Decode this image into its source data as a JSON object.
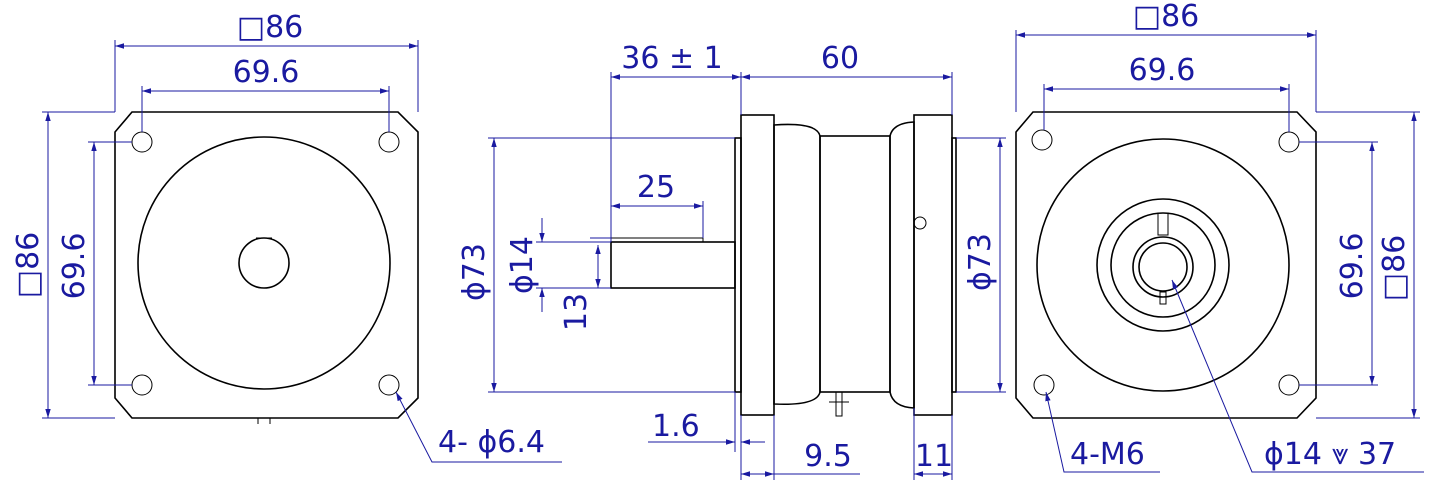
{
  "front_view": {
    "square_top": "□86",
    "hole_spacing_top": "69.6",
    "square_side": "□86",
    "hole_spacing_side": "69.6",
    "hole_callout": "4- ϕ6.4"
  },
  "side_view": {
    "shaft_projection": "36 ± 1",
    "body_length": "60",
    "key_length": "25",
    "pilot_diameter_left": "ϕ73",
    "shaft_diameter": "ϕ14",
    "key_height": "13",
    "pilot_diameter_right": "ϕ73",
    "pilot_depth": "1.6",
    "flange_thickness_left": "9.5",
    "flange_thickness_right": "11"
  },
  "rear_view": {
    "square_top": "□86",
    "hole_spacing_top": "69.6",
    "hole_spacing_side": "69.6",
    "square_side": "□86",
    "thread_callout": "4-M6",
    "bore_callout": "ϕ14 ⩔ 37"
  },
  "colors": {
    "outline": "#000000",
    "dimension": "#1a1aa0"
  }
}
